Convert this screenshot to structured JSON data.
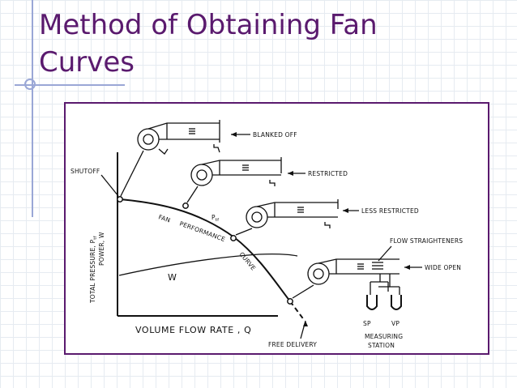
{
  "slide": {
    "title_line1": "Method of Obtaining Fan",
    "title_line2": "Curves"
  },
  "diagram": {
    "y_axis_line1": "TOTAL PRESSURE, P",
    "y_axis_subscript": "tf",
    "y_axis_line2": "POWER, W",
    "x_axis": "VOLUME FLOW RATE , Q",
    "shutoff": "SHUTOFF",
    "free_delivery": "FREE DELIVERY",
    "curve_fan": "FAN",
    "curve_performance": "PERFORMANCE",
    "curve_curve": "CURVE",
    "ptf_label": "P",
    "ptf_subscript": "tf",
    "power_curve": "W",
    "blanked_off": "BLANKED OFF",
    "restricted": "RESTRICTED",
    "less_restricted": "LESS RESTRICTED",
    "flow_straighteners": "FLOW STRAIGHTENERS",
    "wide_open": "WIDE OPEN",
    "sp": "SP",
    "vp": "VP",
    "measuring": "MEASURING",
    "station": "STATION"
  }
}
